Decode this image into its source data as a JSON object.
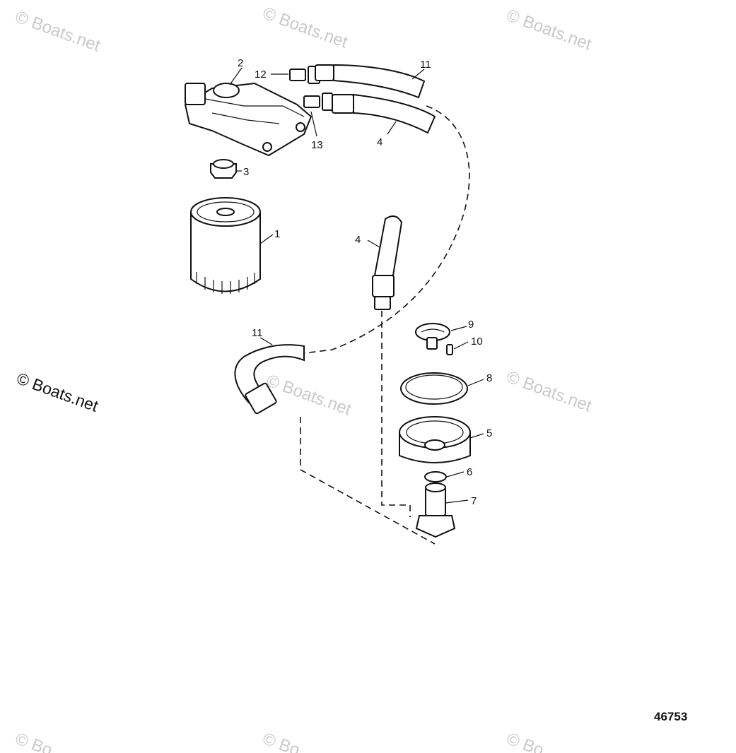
{
  "callouts": [
    "1",
    "2",
    "3",
    "4",
    "4",
    "5",
    "6",
    "7",
    "8",
    "9",
    "10",
    "11",
    "11",
    "12",
    "13"
  ],
  "figure_number": "46753",
  "watermark": {
    "main": "© Boats.net",
    "faint": "© Boats.net",
    "faint_cut": "© Bo"
  }
}
